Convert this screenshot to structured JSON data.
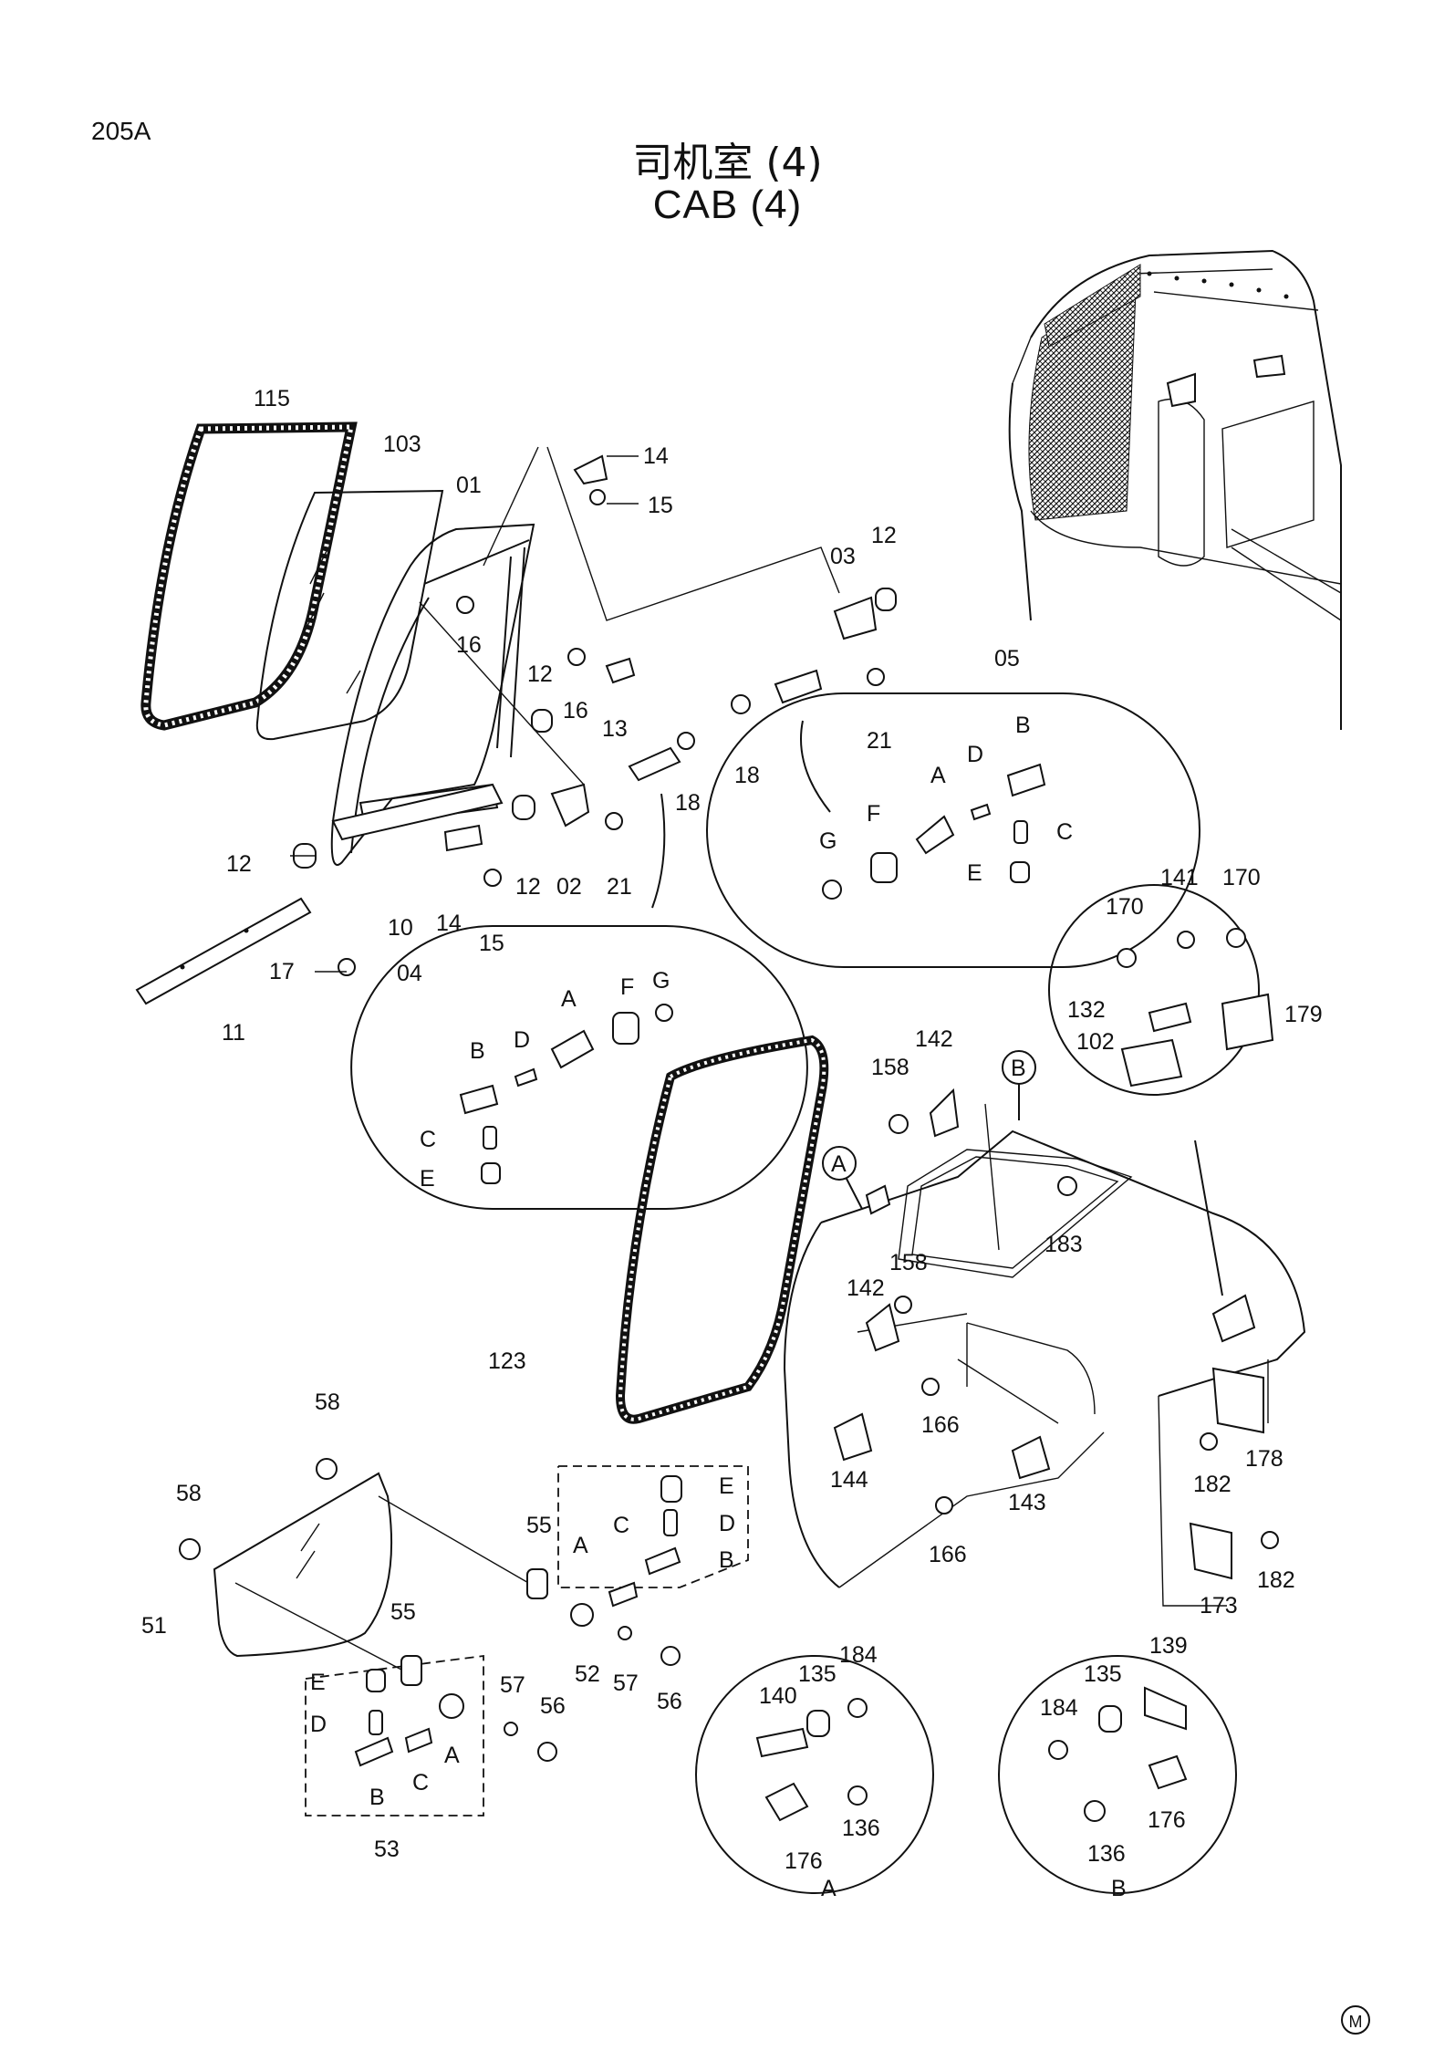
{
  "header": {
    "page_id": "205A",
    "title_cn": "司机室 (4)",
    "title_en": "CAB (4)",
    "mark": "M"
  },
  "labels": [
    {
      "id": "115",
      "text": "115"
    },
    {
      "id": "103",
      "text": "103"
    },
    {
      "id": "01",
      "text": "01"
    },
    {
      "id": "14a",
      "text": "14"
    },
    {
      "id": "15a",
      "text": "15"
    },
    {
      "id": "16a",
      "text": "16"
    },
    {
      "id": "16b",
      "text": "16"
    },
    {
      "id": "12a",
      "text": "12"
    },
    {
      "id": "13",
      "text": "13"
    },
    {
      "id": "03",
      "text": "03"
    },
    {
      "id": "12b",
      "text": "12"
    },
    {
      "id": "21a",
      "text": "21"
    },
    {
      "id": "18a",
      "text": "18"
    },
    {
      "id": "18b",
      "text": "18"
    },
    {
      "id": "05",
      "text": "05"
    },
    {
      "id": "12c",
      "text": "12"
    },
    {
      "id": "12d",
      "text": "12"
    },
    {
      "id": "02",
      "text": "02"
    },
    {
      "id": "21b",
      "text": "21"
    },
    {
      "id": "10",
      "text": "10"
    },
    {
      "id": "14b",
      "text": "14"
    },
    {
      "id": "15b",
      "text": "15"
    },
    {
      "id": "17",
      "text": "17"
    },
    {
      "id": "11",
      "text": "11"
    },
    {
      "id": "04",
      "text": "04"
    },
    {
      "id": "04B",
      "text": "B"
    },
    {
      "id": "04D",
      "text": "D"
    },
    {
      "id": "04A",
      "text": "A"
    },
    {
      "id": "04F",
      "text": "F"
    },
    {
      "id": "04G",
      "text": "G"
    },
    {
      "id": "04C",
      "text": "C"
    },
    {
      "id": "04E",
      "text": "E"
    },
    {
      "id": "05B",
      "text": "B"
    },
    {
      "id": "05D",
      "text": "D"
    },
    {
      "id": "05A",
      "text": "A"
    },
    {
      "id": "05F",
      "text": "F"
    },
    {
      "id": "05G",
      "text": "G"
    },
    {
      "id": "05C",
      "text": "C"
    },
    {
      "id": "05E",
      "text": "E"
    },
    {
      "id": "141",
      "text": "141"
    },
    {
      "id": "170a",
      "text": "170"
    },
    {
      "id": "170b",
      "text": "170"
    },
    {
      "id": "132",
      "text": "132"
    },
    {
      "id": "179",
      "text": "179"
    },
    {
      "id": "102",
      "text": "102"
    },
    {
      "id": "142a",
      "text": "142"
    },
    {
      "id": "158a",
      "text": "158"
    },
    {
      "id": "Bcall",
      "text": "B"
    },
    {
      "id": "Acall",
      "text": "A"
    },
    {
      "id": "183",
      "text": "183"
    },
    {
      "id": "142b",
      "text": "142"
    },
    {
      "id": "158b",
      "text": "158"
    },
    {
      "id": "123",
      "text": "123"
    },
    {
      "id": "166a",
      "text": "166"
    },
    {
      "id": "144",
      "text": "144"
    },
    {
      "id": "143",
      "text": "143"
    },
    {
      "id": "166b",
      "text": "166"
    },
    {
      "id": "182a",
      "text": "182"
    },
    {
      "id": "178",
      "text": "178"
    },
    {
      "id": "182b",
      "text": "182"
    },
    {
      "id": "173",
      "text": "173"
    },
    {
      "id": "58a",
      "text": "58"
    },
    {
      "id": "58b",
      "text": "58"
    },
    {
      "id": "51",
      "text": "51"
    },
    {
      "id": "55a",
      "text": "55"
    },
    {
      "id": "55b",
      "text": "55"
    },
    {
      "id": "52",
      "text": "52"
    },
    {
      "id": "57a",
      "text": "57"
    },
    {
      "id": "57b",
      "text": "57"
    },
    {
      "id": "56a",
      "text": "56"
    },
    {
      "id": "56b",
      "text": "56"
    },
    {
      "id": "53",
      "text": "53"
    },
    {
      "id": "52E",
      "text": "E"
    },
    {
      "id": "52D",
      "text": "D"
    },
    {
      "id": "52B",
      "text": "B"
    },
    {
      "id": "52C",
      "text": "C"
    },
    {
      "id": "52A",
      "text": "A"
    },
    {
      "id": "53E",
      "text": "E"
    },
    {
      "id": "53D",
      "text": "D"
    },
    {
      "id": "53B",
      "text": "B"
    },
    {
      "id": "53C",
      "text": "C"
    },
    {
      "id": "53A",
      "text": "A"
    },
    {
      "id": "184a",
      "text": "184"
    },
    {
      "id": "135a",
      "text": "135"
    },
    {
      "id": "140",
      "text": "140"
    },
    {
      "id": "136a",
      "text": "136"
    },
    {
      "id": "176a",
      "text": "176"
    },
    {
      "id": "detA",
      "text": "A"
    },
    {
      "id": "139",
      "text": "139"
    },
    {
      "id": "135b",
      "text": "135"
    },
    {
      "id": "184b",
      "text": "184"
    },
    {
      "id": "176b",
      "text": "176"
    },
    {
      "id": "136b",
      "text": "136"
    },
    {
      "id": "detB",
      "text": "B"
    }
  ]
}
